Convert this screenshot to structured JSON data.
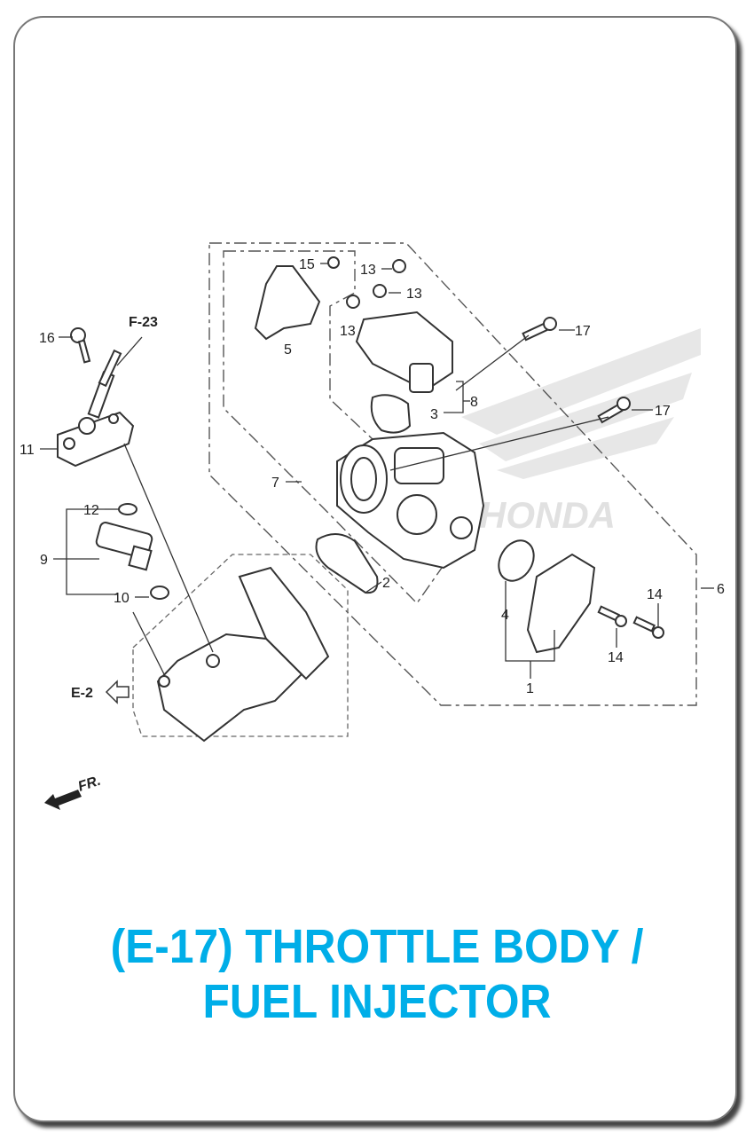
{
  "title": {
    "line1": "(E-17) THROTTLE BODY /",
    "line2": "FUEL INJECTOR"
  },
  "colors": {
    "title": "#00aee8",
    "border": "#777777"
  },
  "watermark": {
    "text": "HONDA"
  },
  "references": {
    "f23": "F-23",
    "e2": "E-2",
    "front": "FR."
  },
  "callouts": {
    "c16": "16",
    "c11": "11",
    "c12": "12",
    "c9": "9",
    "c10": "10",
    "c15": "15",
    "c13a": "13",
    "c13b": "13",
    "c13c": "13",
    "c5": "5",
    "c17a": "17",
    "c8": "8",
    "c3": "3",
    "c17b": "17",
    "c7": "7",
    "c2": "2",
    "c4": "4",
    "c14a": "14",
    "c14b": "14",
    "c6": "6",
    "c1": "1"
  }
}
